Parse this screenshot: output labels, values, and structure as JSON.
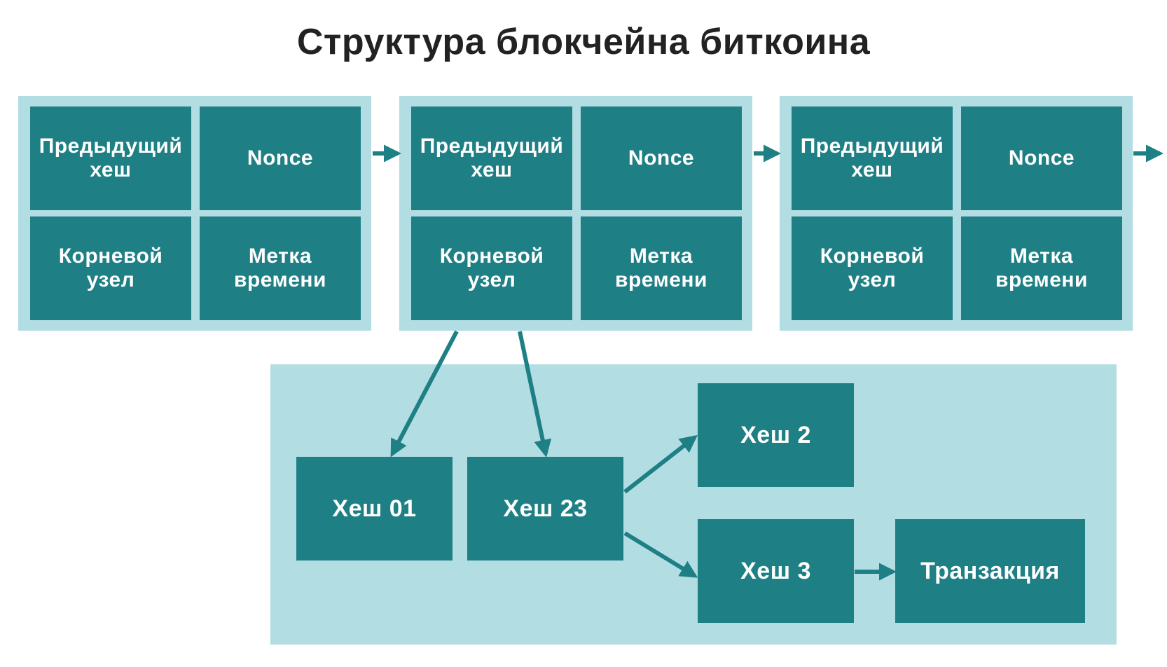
{
  "title": "Структура блокчейна биткоина",
  "colors": {
    "block_bg": "#b2dde3",
    "cell_bg": "#1e7f84",
    "arrow": "#1e7f84",
    "text_light": "#ffffff",
    "title_text": "#222222"
  },
  "blocks": [
    {
      "prev_hash": "Предыдущий\nхеш",
      "nonce": "Nonce",
      "root": "Корневой\nузел",
      "timestamp": "Метка\nвремени"
    },
    {
      "prev_hash": "Предыдущий\nхеш",
      "nonce": "Nonce",
      "root": "Корневой\nузел",
      "timestamp": "Метка\nвремени"
    },
    {
      "prev_hash": "Предыдущий\nхеш",
      "nonce": "Nonce",
      "root": "Корневой\nузел",
      "timestamp": "Метка\nвремени"
    }
  ],
  "merkle": {
    "hash01": "Хеш 01",
    "hash23": "Хеш 23",
    "hash2": "Хеш 2",
    "hash3": "Хеш 3",
    "transaction": "Транзакция"
  }
}
